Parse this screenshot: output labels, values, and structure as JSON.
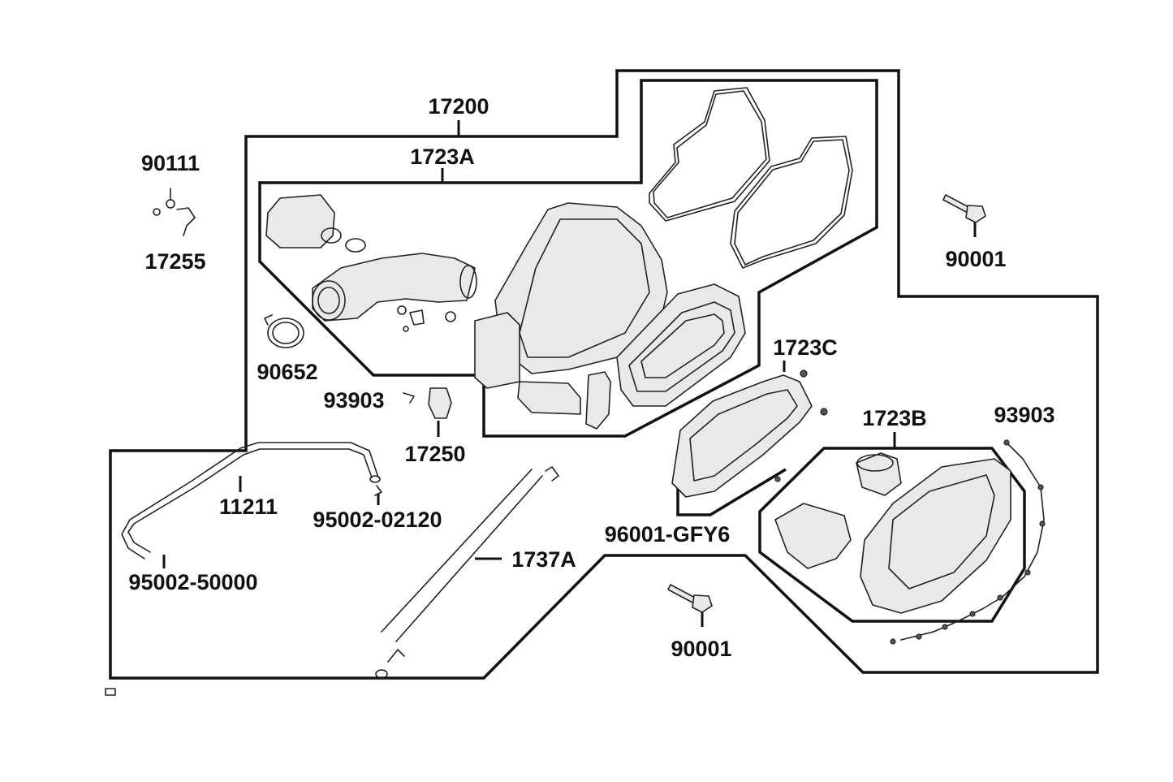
{
  "callouts": {
    "c17200": "17200",
    "c1723A": "1723A",
    "c90111": "90111",
    "c17255": "17255",
    "c90001_top": "90001",
    "c90652": "90652",
    "c1723C": "1723C",
    "c93903_left": "93903",
    "c1723B": "1723B",
    "c93903_right": "93903",
    "c17250": "17250",
    "c11211": "11211",
    "c95002_02120": "95002-02120",
    "c1737A": "1737A",
    "c96001_GFY6": "96001-GFY6",
    "c95002_50000": "95002-50000",
    "c90001_bottom": "90001"
  },
  "colors": {
    "line": "#111111",
    "background": "#ffffff"
  }
}
